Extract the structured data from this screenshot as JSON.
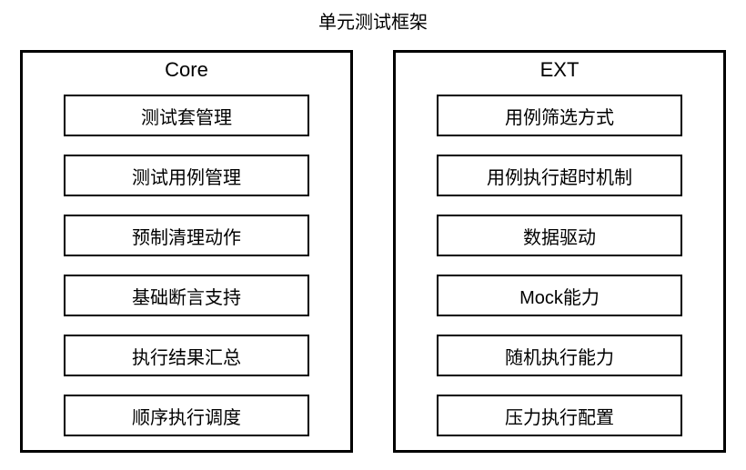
{
  "title": "单元测试框架",
  "colors": {
    "background": "#ffffff",
    "border": "#000000",
    "text": "#000000"
  },
  "panels": [
    {
      "label": "Core",
      "items": [
        "测试套管理",
        "测试用例管理",
        "预制清理动作",
        "基础断言支持",
        "执行结果汇总",
        "顺序执行调度"
      ]
    },
    {
      "label": "EXT",
      "items": [
        "用例筛选方式",
        "用例执行超时机制",
        "数据驱动",
        "Mock能力",
        "随机执行能力",
        "压力执行配置"
      ]
    }
  ]
}
